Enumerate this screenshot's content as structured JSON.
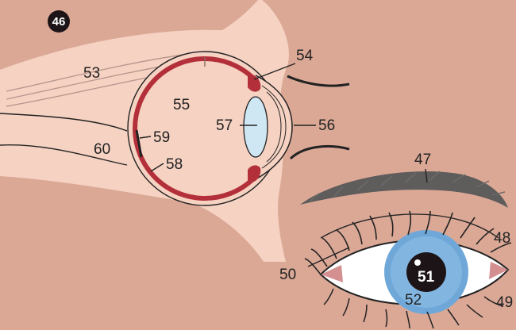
{
  "figure_number": "46",
  "labels": {
    "l47": "47",
    "l48": "48",
    "l49": "49",
    "l50": "50",
    "l51": "51",
    "l52": "52",
    "l53": "53",
    "l54": "54",
    "l55": "55",
    "l56": "56",
    "l57": "57",
    "l58": "58",
    "l59": "59",
    "l60": "60"
  },
  "colors": {
    "background": "#dba896",
    "tissue": "#f6d2c2",
    "retina": "#b3303a",
    "lens": "#cfe6f3",
    "iris": "#6fa8d8",
    "pupil": "#1c1416",
    "eyebrow": "#5f5c5c"
  }
}
